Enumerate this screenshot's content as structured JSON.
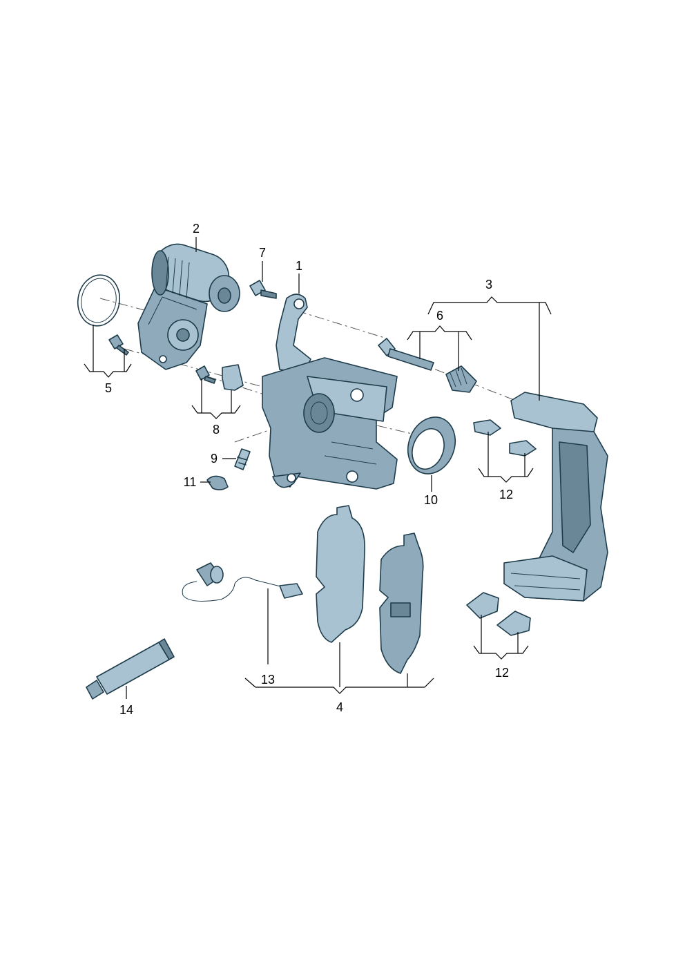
{
  "colors": {
    "part_light": "#a9c2d1",
    "part_mid": "#8eaabb",
    "part_dark": "#6a8797",
    "part_shadow": "#58737f",
    "outline": "#1d3b4a"
  },
  "callouts": {
    "c1": "1",
    "c2": "2",
    "c3": "3",
    "c4": "4",
    "c5": "5",
    "c6": "6",
    "c7": "7",
    "c8": "8",
    "c9": "9",
    "c10": "10",
    "c11": "11",
    "c12a": "12",
    "c12b": "12",
    "c13": "13",
    "c14": "14"
  }
}
